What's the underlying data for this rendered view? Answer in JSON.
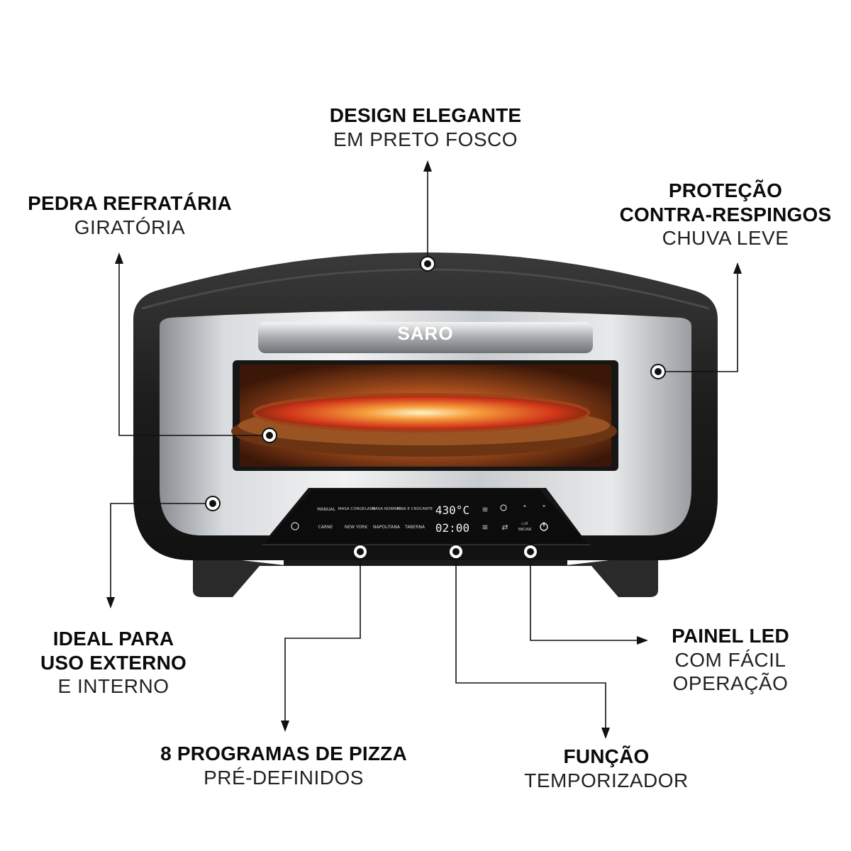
{
  "callouts": {
    "design": {
      "bold": "DESIGN ELEGANTE",
      "light": "EM PRETO FOSCO"
    },
    "pedra": {
      "bold": "PEDRA REFRATÁRIA",
      "light": "GIRATÓRIA"
    },
    "protecao": {
      "bold1": "PROTEÇÃO",
      "bold2": "CONTRA-RESPINGOS",
      "light": "CHUVA LEVE"
    },
    "ideal": {
      "bold1": "IDEAL PARA",
      "bold2": "USO EXTERNO",
      "light": "E INTERNO"
    },
    "painel": {
      "bold": "PAINEL LED",
      "light1": "COM FÁCIL",
      "light2": "OPERAÇÃO"
    },
    "programas": {
      "bold": "8 PROGRAMAS DE PIZZA",
      "light": "PRÉ-DEFINIDOS"
    },
    "funcao": {
      "bold": "FUNÇÃO",
      "light": "TEMPORIZADOR"
    }
  },
  "oven": {
    "brand": "SARO",
    "display_temp": "430°C",
    "display_time": "02:00",
    "presets_top": [
      "MANUAL",
      "MASA CONGELADA",
      "MASA NORMAL",
      "FINA E CROCANTE"
    ],
    "presets_bottom": [
      "CARNE",
      "NEW YORK",
      "NAPOLITANA",
      "TABERNA"
    ],
    "start_label": "INICIAR"
  }
}
